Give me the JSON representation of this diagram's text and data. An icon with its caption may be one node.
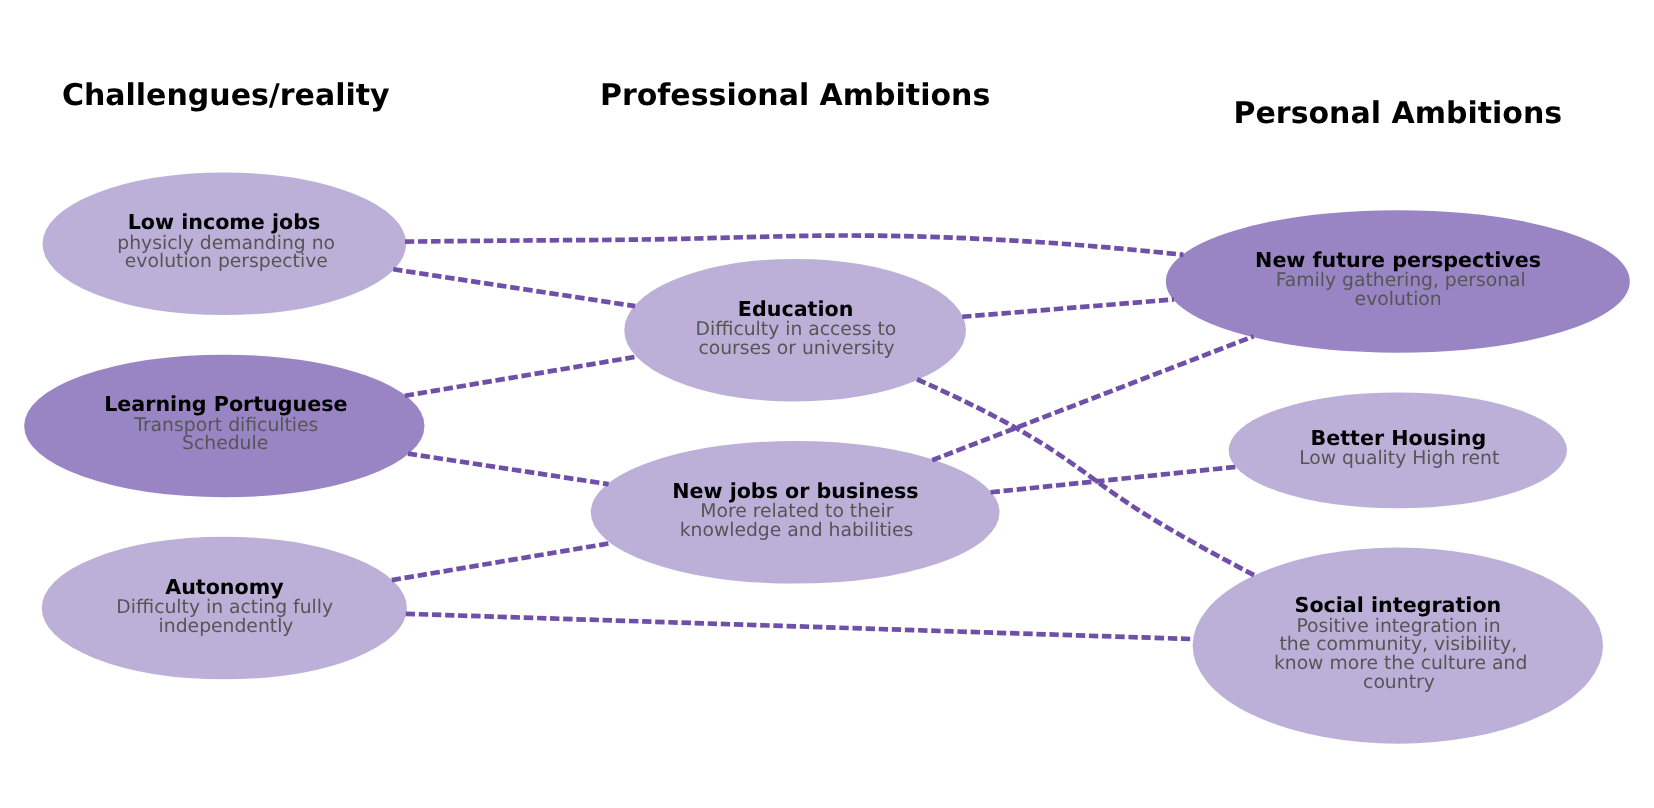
{
  "diagram": {
    "nodes": [
      {
        "text": [
          "Low income jobs",
          "physicly demanding no evolution perspective"
        ]
      },
      {
        "text": [
          "Learning Portuguese",
          "Transport dificulties Schedule"
        ]
      },
      {
        "text": [
          "Autonomy",
          "Difficulty in acting fully independently"
        ]
      },
      {
        "text": [
          "Education",
          "Difficulty in access to courses or university"
        ]
      },
      {
        "text": [
          "New jobs or business",
          "More related to their knowledge and habilities"
        ]
      },
      {
        "text": [
          "New future perspectives",
          "Family gathering, personal evolution"
        ]
      },
      {
        "text": [
          "Better Housing",
          "Low quality High rent"
        ]
      },
      {
        "text": [
          "Social integration",
          "Positive integration in the community, visibility, know more the culture and country"
        ]
      }
    ],
    "edges": [
      {
        "from": 0,
        "to": 3,
        "arrow": "none",
        "style": "dashed"
      },
      {
        "from": 0,
        "to": 5,
        "arrow": "none",
        "style": "dashed"
      },
      {
        "from": 1,
        "to": 3,
        "arrow": "none",
        "style": "dashed"
      },
      {
        "from": 1,
        "to": 4,
        "arrow": "none",
        "style": "dashed"
      },
      {
        "from": 2,
        "to": 4,
        "arrow": "none",
        "style": "dashed"
      },
      {
        "from": 2,
        "to": 7,
        "arrow": "none",
        "style": "dashed"
      },
      {
        "from": 3,
        "to": 5,
        "arrow": "none",
        "style": "dashed"
      },
      {
        "from": 3,
        "to": 7,
        "arrow": "none",
        "style": "dashed"
      },
      {
        "from": 4,
        "to": 5,
        "arrow": "none",
        "style": "dashed"
      },
      {
        "from": 4,
        "to": 6,
        "arrow": "none",
        "style": "dashed"
      }
    ],
    "labels": [
      "Challengues/reality",
      "Professional Ambitions",
      "Personal Ambitions"
    ]
  }
}
